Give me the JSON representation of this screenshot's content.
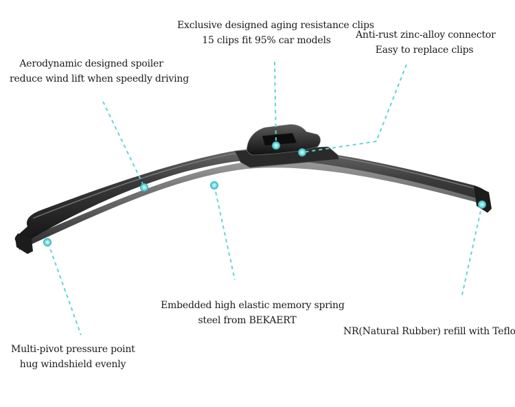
{
  "callouts": {
    "clips": {
      "line1": "Exclusive designed aging resistance clips",
      "line2": "15 clips fit 95% car models"
    },
    "connector": {
      "line1": "Anti-rust zinc-alloy connector",
      "line2": "Easy to replace clips"
    },
    "spoiler": {
      "line1": "Aerodynamic designed spoiler",
      "line2": "reduce wind lift when speedly driving"
    },
    "spring": {
      "line1": "Embedded high elastic memory spring",
      "line2": "steel from BEKAERT"
    },
    "rubber": {
      "line1": "NR(Natural Rubber) refill with Teflon"
    },
    "pivot": {
      "line1": "Multi-pivot pressure point",
      "line2": "hug windshield evenly"
    }
  },
  "colors": {
    "leader": "#5fd4d8",
    "blade": "#2b2b2b",
    "blade_highlight": "#8a8a8a",
    "background": "#ffffff"
  }
}
